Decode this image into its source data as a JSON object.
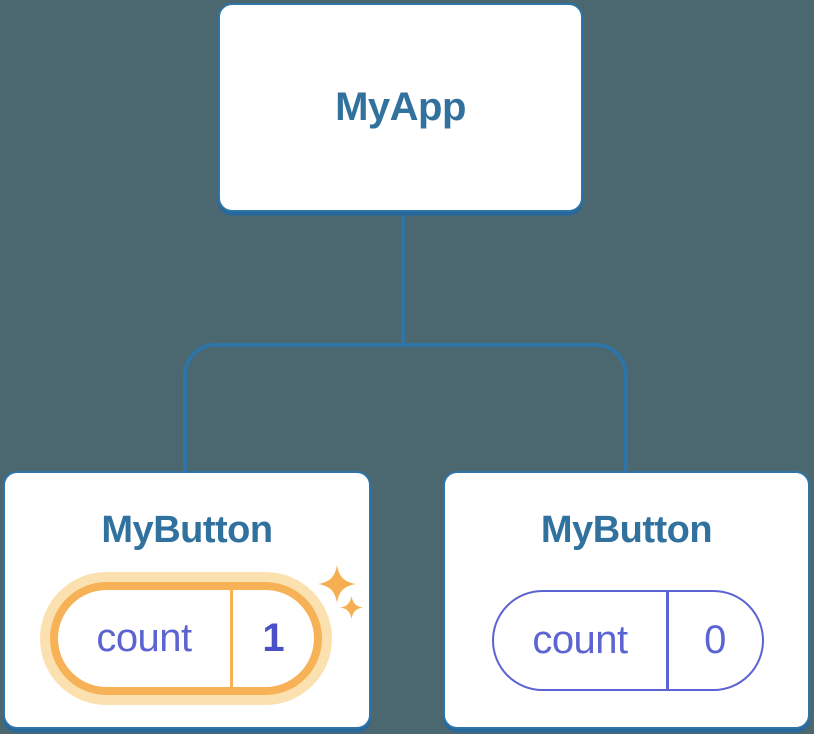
{
  "tree": {
    "root": {
      "label": "MyApp"
    },
    "children": [
      {
        "label": "MyButton",
        "pill": {
          "key": "count",
          "value": "1"
        },
        "highlighted": true
      },
      {
        "label": "MyButton",
        "pill": {
          "key": "count",
          "value": "0"
        },
        "highlighted": false
      }
    ]
  },
  "colors": {
    "background": "#4B6770",
    "node_border": "#2E74A6",
    "node_title": "#30719E",
    "pill_indigo": "#5C63D2",
    "pill_value_highlight": "#4A50C8",
    "highlight_orange": "#F7B156",
    "highlight_halo": "#FBE0B0"
  }
}
